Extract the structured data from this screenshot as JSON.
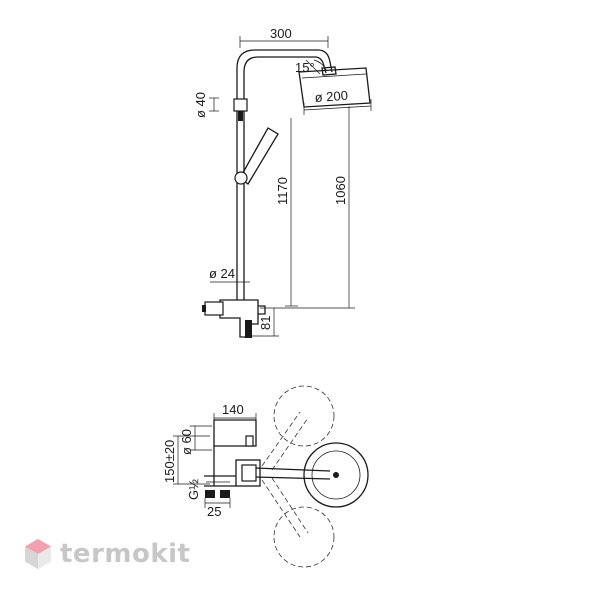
{
  "dimensions": {
    "top_width": "300",
    "angle": "15°",
    "head_diameter": "ø 200",
    "bar_diameter": "ø 40",
    "total_height": "1170",
    "head_height": "1060",
    "pipe_diameter": "ø 24",
    "bottom_offset": "81",
    "plan_width": "140",
    "mixer_diameter": "ø 60",
    "center_distance": "150±20",
    "thread": "G½",
    "small_offset": "25"
  },
  "brand": {
    "name": "termokit",
    "icon": "hexagon-logo-icon",
    "color": "#c7c7c7",
    "accent": "#f3a0b0"
  }
}
